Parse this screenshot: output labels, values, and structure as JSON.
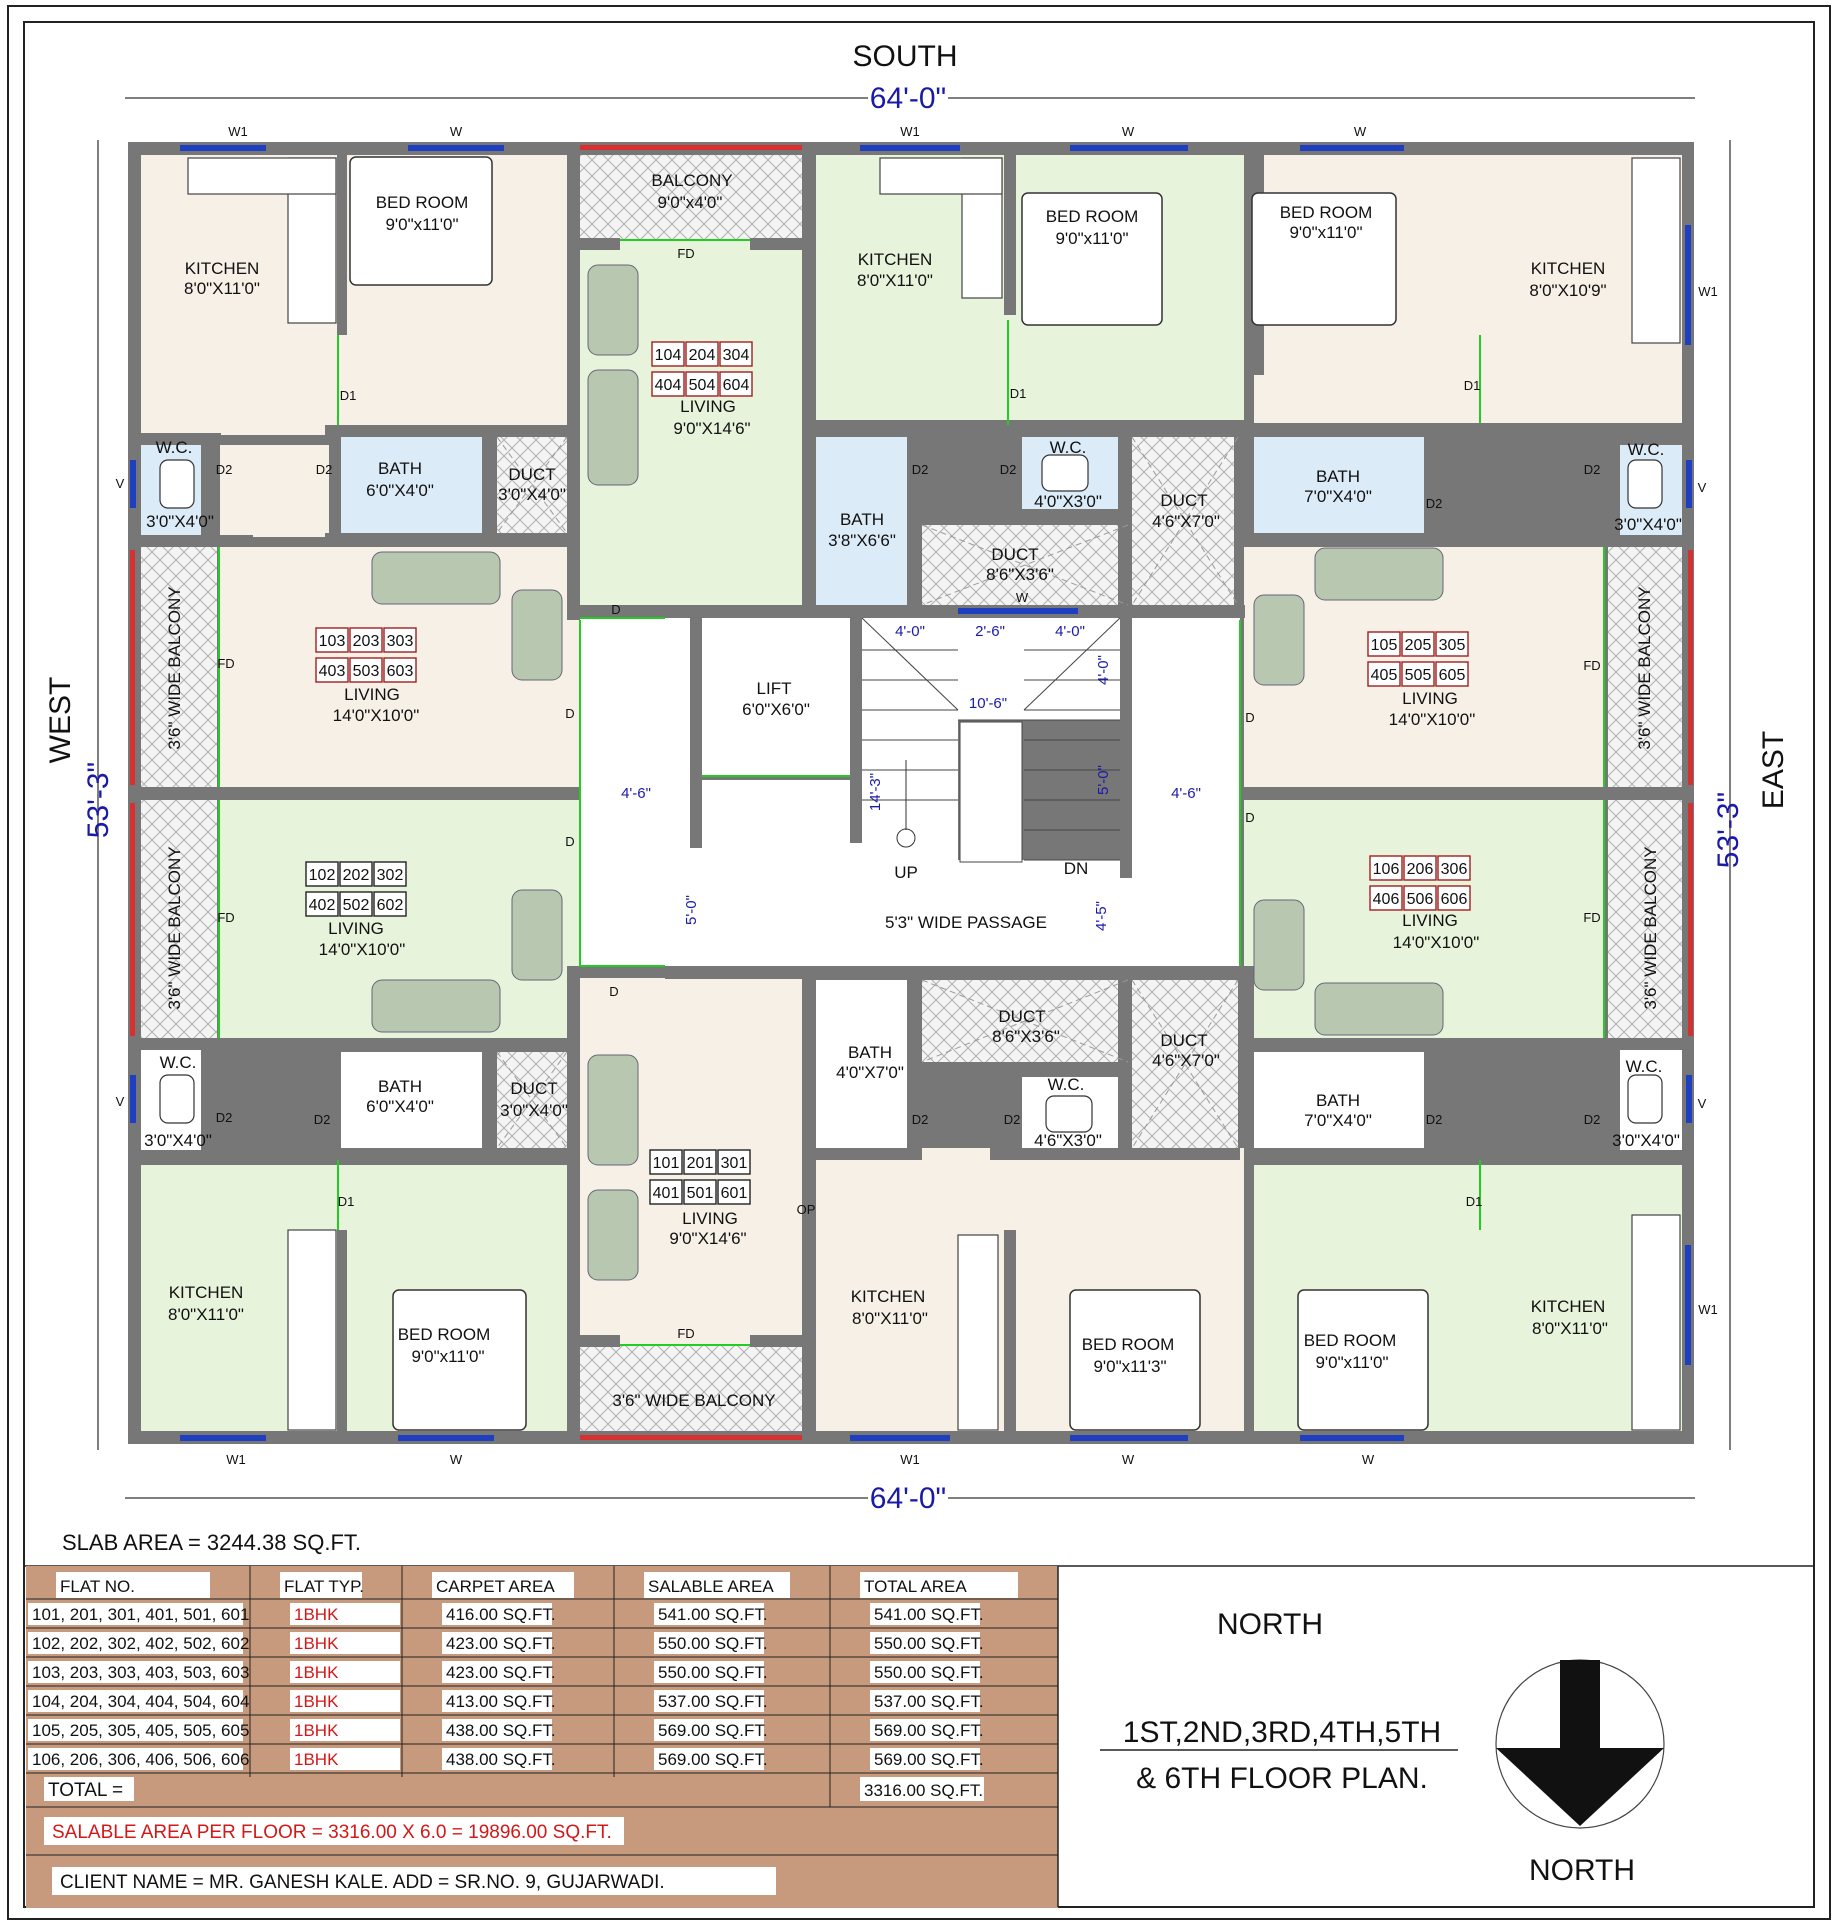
{
  "directions": {
    "top": "SOUTH",
    "left": "WEST",
    "right": "EAST"
  },
  "overall_dims": {
    "width_top": "64'-0\"",
    "width_bottom": "64'-0\"",
    "height_left": "53'-3\"",
    "height_right": "53'-3\""
  },
  "windows": {
    "w1": "W1",
    "w": "W",
    "v": "V"
  },
  "doors": {
    "d": "D",
    "d1": "D1",
    "d2": "D2",
    "fd": "FD",
    "op": "OP"
  },
  "rooms": {
    "bed_room": "BED ROOM",
    "kitchen": "KITCHEN",
    "living": "LIVING",
    "bath": "BATH",
    "wc": "W.C.",
    "duct": "DUCT",
    "balcony": "BALCONY",
    "wide_balcony": "3'6\" WIDE BALCONY",
    "lift": "LIFT",
    "passage": "5'3\" WIDE PASSAGE",
    "up": "UP",
    "dn": "DN"
  },
  "room_sizes": {
    "bed_9x11": "9'0\"x11'0\"",
    "bed_9x11_3": "9'0\"x11'3\"",
    "kit_8x11": "8'0\"X11'0\"",
    "kit_8x10_9": "8'0\"X10'9\"",
    "liv_9x14_6": "9'0\"X14'6\"",
    "liv_14x10": "14'0\"X10'0\"",
    "bath_6x4": "6'0\"X4'0\"",
    "bath_7x4": "7'0\"X4'0\"",
    "bath_3_8x6_6": "3'8\"X6'6\"",
    "bath_4x7": "4'0\"X7'0\"",
    "wc_3x4": "3'0\"X4'0\"",
    "wc_4x3": "4'0\"X3'0\"",
    "wc_4_6x3": "4'6\"X3'0\"",
    "duct_3x4": "3'0\"X4'0\"",
    "duct_4_6x7": "4'6\"X7'0\"",
    "duct_8_6x3_6": "8'6\"X3'6\"",
    "balcony_9x4": "9'0\"x4'0\"",
    "lift_6x6": "6'0\"X6'0\""
  },
  "stair_dims": {
    "a": "4'-0\"",
    "b": "2'-6\"",
    "c": "4'-0\"",
    "d": "10'-6\"",
    "e": "4'-0\"",
    "f": "5'-0\"",
    "g": "14'-3\"",
    "h": "4'-5\"",
    "left_gap": "4'-6\"",
    "right_gap": "4'-6\"",
    "left_vert": "5'-0\""
  },
  "flat_groups": {
    "g104": [
      "104",
      "204",
      "304",
      "404",
      "504",
      "604"
    ],
    "g103": [
      "103",
      "203",
      "303",
      "403",
      "503",
      "603"
    ],
    "g102": [
      "102",
      "202",
      "302",
      "402",
      "502",
      "602"
    ],
    "g101": [
      "101",
      "201",
      "301",
      "401",
      "501",
      "601"
    ],
    "g105": [
      "105",
      "205",
      "305",
      "405",
      "505",
      "605"
    ],
    "g106": [
      "106",
      "206",
      "306",
      "406",
      "506",
      "606"
    ]
  },
  "slab_area": "SLAB AREA =  3244.38 SQ.FT.",
  "table": {
    "headers": [
      "FLAT NO.",
      "FLAT TYP.",
      "CARPET AREA",
      "SALABLE AREA",
      "TOTAL AREA"
    ],
    "rows": [
      [
        "101, 201, 301, 401, 501, 601",
        "1BHK",
        "416.00 SQ.FT.",
        "541.00 SQ.FT.",
        "541.00 SQ.FT."
      ],
      [
        "102, 202, 302, 402, 502, 602",
        "1BHK",
        "423.00 SQ.FT.",
        "550.00 SQ.FT.",
        "550.00 SQ.FT."
      ],
      [
        "103, 203, 303, 403, 503, 603",
        "1BHK",
        "423.00 SQ.FT.",
        "550.00 SQ.FT.",
        "550.00 SQ.FT."
      ],
      [
        "104, 204, 304, 404, 504, 604",
        "1BHK",
        "413.00 SQ.FT.",
        "537.00 SQ.FT.",
        "537.00 SQ.FT."
      ],
      [
        "105, 205, 305, 405, 505, 605",
        "1BHK",
        "438.00 SQ.FT.",
        "569.00 SQ.FT.",
        "569.00 SQ.FT."
      ],
      [
        "106, 206, 306, 406, 506, 606",
        "1BHK",
        "438.00 SQ.FT.",
        "569.00 SQ.FT.",
        "569.00 SQ.FT."
      ]
    ],
    "total_label": "TOTAL =",
    "total_value": "3316.00 SQ.FT.",
    "salable_per_floor": "SALABLE AREA PER FLOOR   = 3316.00 X 6.0  = 19896.00 SQ.FT.",
    "client": "CLIENT NAME = MR. GANESH KALE.      ADD = SR.NO. 9,  GUJARWADI."
  },
  "north_label_top": "NORTH",
  "north_label_bottom": "NORTH",
  "floor_plan_title": [
    "1ST,2ND,3RD,4TH,5TH",
    "& 6TH FLOOR PLAN."
  ],
  "colors": {
    "wall": "#777777",
    "green_room": "#e8f3dc",
    "cream_room": "#f7f0e6",
    "bath_blue": "#dcebf8",
    "table_brown": "#c79a7e",
    "dim_blue": "#1a1aa8",
    "flat_red": "#d41818",
    "door_green": "#22cc22"
  }
}
